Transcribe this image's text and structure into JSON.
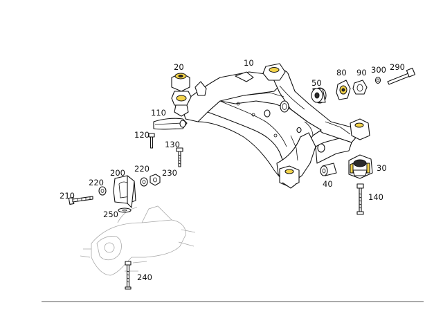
{
  "callouts": {
    "c10": "10",
    "c20": "20",
    "c30": "30",
    "c40": "40",
    "c50": "50",
    "c80": "80",
    "c90": "90",
    "c110": "110",
    "c120": "120",
    "c130": "130",
    "c140": "140",
    "c200": "200",
    "c210": "210",
    "c220a": "220",
    "c220b": "220",
    "c230": "230",
    "c240": "240",
    "c250": "250",
    "c290": "290",
    "c300": "300"
  },
  "colors": {
    "bushing_highlight": "#f3d34a",
    "line": "#111111",
    "faded": "#a8a8a8"
  }
}
